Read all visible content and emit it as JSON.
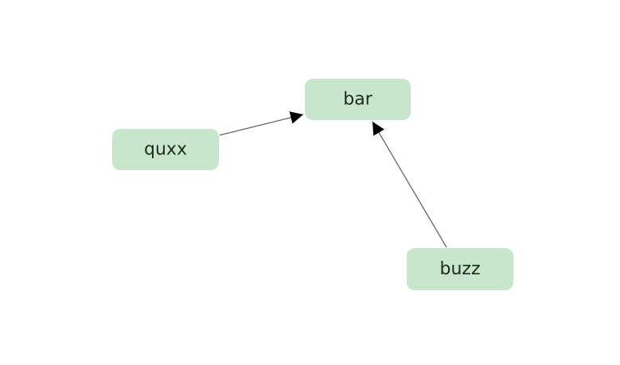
{
  "diagram": {
    "node_color": "#c8e6cc",
    "edge_color": "#666666",
    "arrow_color": "#000000",
    "nodes": [
      {
        "id": "bar",
        "label": "bar"
      },
      {
        "id": "quxx",
        "label": "quxx"
      },
      {
        "id": "buzz",
        "label": "buzz"
      }
    ],
    "edges": [
      {
        "from": "quxx",
        "to": "bar"
      },
      {
        "from": "buzz",
        "to": "bar"
      }
    ]
  }
}
